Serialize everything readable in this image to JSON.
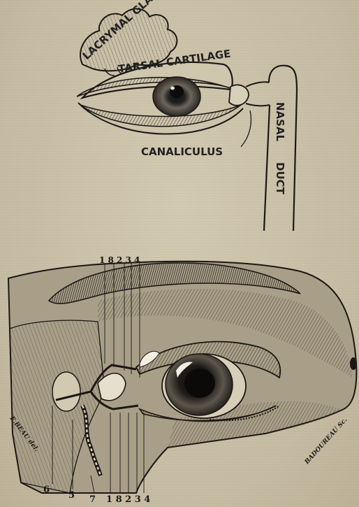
{
  "figure_top": {
    "labels": {
      "lacrymal_gland": "LACRYMAL GLAND",
      "tarsal_cartilage": "TARSAL CARTILAGE",
      "canaliculus": "CANALICULUS",
      "nasal": "NASAL",
      "duct": "DUCT"
    }
  },
  "figure_bottom": {
    "top_numbers": "1 8 2 3 4",
    "bottom_numbers": [
      "6",
      "5",
      "7",
      "1 8 2 3 4"
    ],
    "signature_left": "E.BEAU del.",
    "signature_right": "BADOUREAU Sc."
  }
}
